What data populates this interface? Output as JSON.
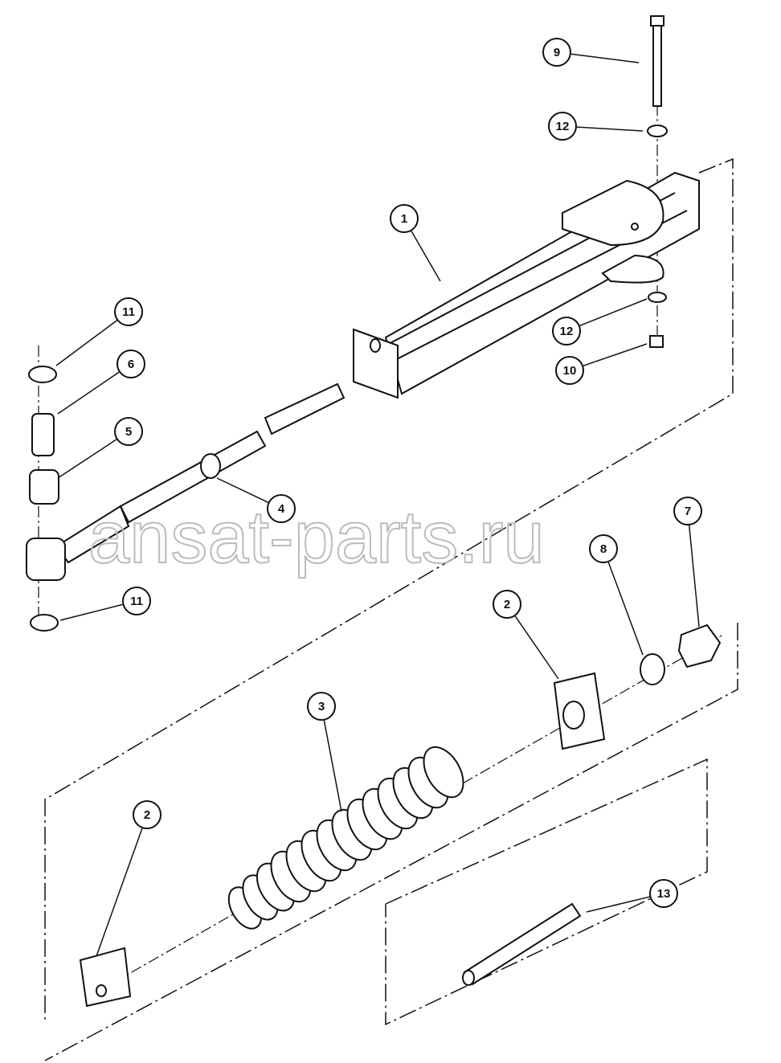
{
  "diagram": {
    "watermark": "ansat-parts.ru",
    "callouts": [
      {
        "id": "c9",
        "label": "9"
      },
      {
        "id": "c12a",
        "label": "12"
      },
      {
        "id": "c1",
        "label": "1"
      },
      {
        "id": "c11a",
        "label": "11"
      },
      {
        "id": "c6",
        "label": "6"
      },
      {
        "id": "c5",
        "label": "5"
      },
      {
        "id": "c4",
        "label": "4"
      },
      {
        "id": "c12b",
        "label": "12"
      },
      {
        "id": "c10",
        "label": "10"
      },
      {
        "id": "c7",
        "label": "7"
      },
      {
        "id": "c8",
        "label": "8"
      },
      {
        "id": "c11b",
        "label": "11"
      },
      {
        "id": "c2a",
        "label": "2"
      },
      {
        "id": "c3",
        "label": "3"
      },
      {
        "id": "c2b",
        "label": "2"
      },
      {
        "id": "c13",
        "label": "13"
      }
    ]
  }
}
